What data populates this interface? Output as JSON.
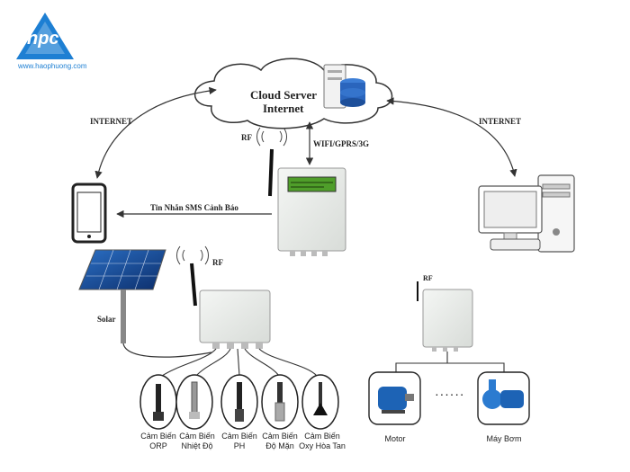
{
  "logo": {
    "letters": "hpc",
    "url": "www.haophuong.com",
    "color": "#1d7fd3"
  },
  "cloud": {
    "line1": "Cloud Server",
    "line2": "Internet"
  },
  "links": {
    "internet_left": "INTERNET",
    "internet_right": "INTERNET",
    "wifi": "WIFI/GPRS/3G",
    "sms": "Tin Nhắn SMS Cảnh Báo",
    "rf_main": "RF",
    "rf_sensor": "RF",
    "rf_pump": "RF"
  },
  "devices": {
    "solar": "Solar"
  },
  "sensors": [
    {
      "line1": "Cảm Biến",
      "line2": "ORP",
      "icon": "orp-probe"
    },
    {
      "line1": "Cảm Biến",
      "line2": "Nhiệt Độ",
      "icon": "temperature-probe"
    },
    {
      "line1": "Cảm Biến",
      "line2": "PH",
      "icon": "ph-probe"
    },
    {
      "line1": "Cảm Biến",
      "line2": "Độ Mặn",
      "icon": "salinity-probe"
    },
    {
      "line1": "Cảm Biến",
      "line2": "Oxy Hòa Tan",
      "icon": "dissolved-oxygen-probe"
    }
  ],
  "actuators": [
    {
      "label": "Motor",
      "icon": "motor-icon"
    },
    {
      "label": "Máy Bơm",
      "icon": "pump-icon"
    }
  ],
  "ellipsis": ". . . . . .",
  "colors": {
    "accent": "#1d7fd3",
    "line": "#333333",
    "box": "#e9ece9",
    "screen": "#4f9e2a"
  }
}
